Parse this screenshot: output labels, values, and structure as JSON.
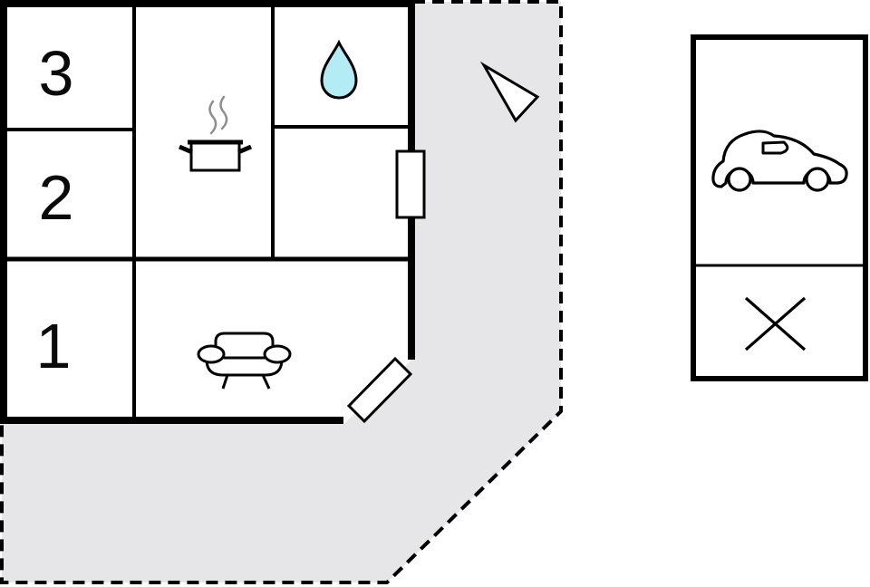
{
  "plan": {
    "rooms": [
      {
        "label": "3"
      },
      {
        "label": "2"
      },
      {
        "label": "1"
      }
    ],
    "icons": [
      "cooking-pot-icon",
      "steam-icon",
      "water-drop-icon",
      "sofa-icon",
      "window-marker",
      "door-marker",
      "north-arrow-icon"
    ]
  },
  "outbuilding": {
    "icons": [
      "car-icon",
      "cross-icon"
    ]
  },
  "colors": {
    "background": "#ffffff",
    "wall": "#000000",
    "terrace": "#e6e6e9",
    "water_drop": "#b3ecf4",
    "steam": "#8f8f8f"
  }
}
